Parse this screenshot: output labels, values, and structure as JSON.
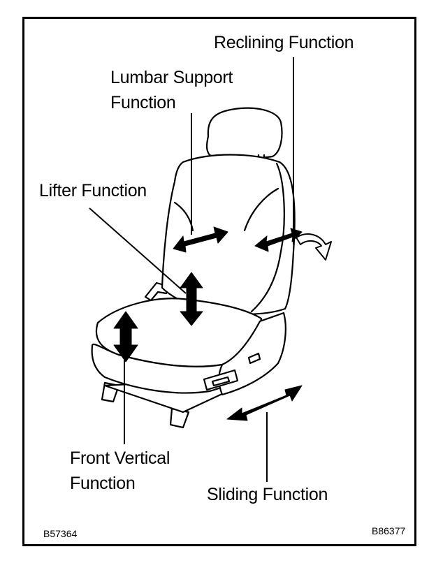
{
  "labels": {
    "reclining": "Reclining Function",
    "lumbar_line1": "Lumbar Support",
    "lumbar_line2": "Function",
    "lifter": "Lifter Function",
    "front_vertical_line1": "Front Vertical",
    "front_vertical_line2": "Function",
    "sliding": "Sliding Function"
  },
  "codes": {
    "left": "B57364",
    "right": "B86377"
  },
  "colors": {
    "ink": "#000000",
    "paper": "#ffffff"
  }
}
